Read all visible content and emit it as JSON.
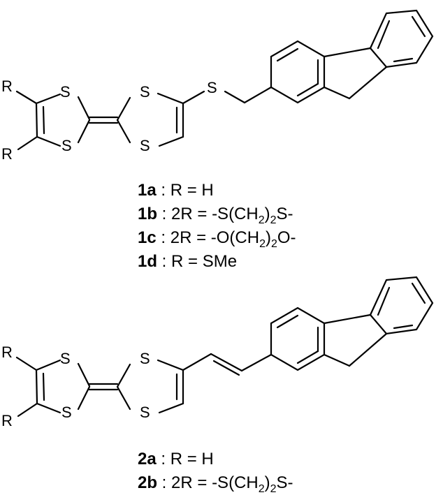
{
  "atoms": {
    "R": "R",
    "S": "S"
  },
  "compounds_1": [
    {
      "id": "1a",
      "sep": " : ",
      "formula": "R = H"
    },
    {
      "id": "1b",
      "sep": " : ",
      "formula": "2R = -S(CH",
      "sub": "2",
      "tail": ")",
      "sub2": "2",
      "tail2": "S-"
    },
    {
      "id": "1c",
      "sep": " : ",
      "formula": "2R = -O(CH",
      "sub": "2",
      "tail": ")",
      "sub2": "2",
      "tail2": "O-"
    },
    {
      "id": "1d",
      "sep": " : ",
      "formula": "R = SMe"
    }
  ],
  "compounds_2": [
    {
      "id": "2a",
      "sep": " : ",
      "formula": "R = H"
    },
    {
      "id": "2b",
      "sep": " : ",
      "formula": "2R = -S(CH",
      "sub": "2",
      "tail": ")",
      "sub2": "2",
      "tail2": "S-"
    }
  ]
}
